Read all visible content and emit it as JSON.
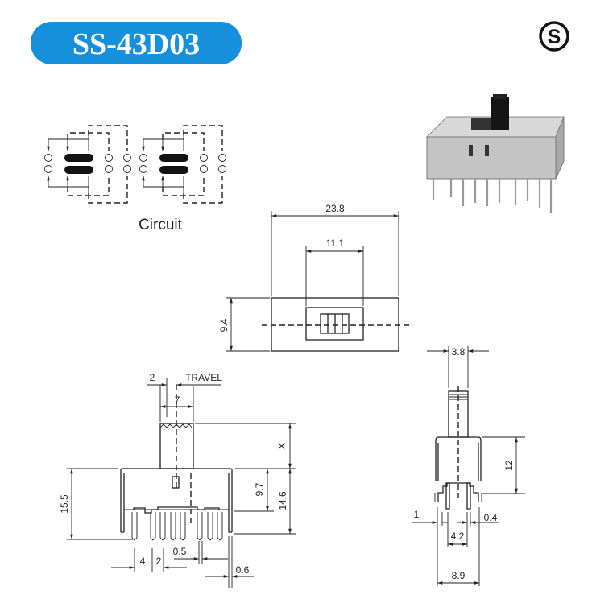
{
  "title": "SS-43D03",
  "brand_color": "#1690dc",
  "logo": {
    "letter": "S",
    "icon": "s-circle-logo-icon"
  },
  "circuit": {
    "label": "Circuit"
  },
  "top_view": {
    "width": "23.8",
    "slider_width": "11.1",
    "height": "9.4"
  },
  "front_view": {
    "travel_pitch": "2",
    "travel_label": "TRAVEL",
    "actuator_width": "7",
    "actuator_height": "X",
    "total_height": "15.5",
    "body_height_inner": "9.7",
    "body_height": "14.6",
    "pin_pitch_a": "4",
    "pin_pitch_b": "2",
    "pin_width": "0.5",
    "shell_thickness": "0.6"
  },
  "side_view": {
    "actuator_width": "3.8",
    "body_height": "12",
    "leg_offset": "1",
    "pin_thickness": "0.4",
    "pin_span": "4.2",
    "body_width": "8.9"
  }
}
